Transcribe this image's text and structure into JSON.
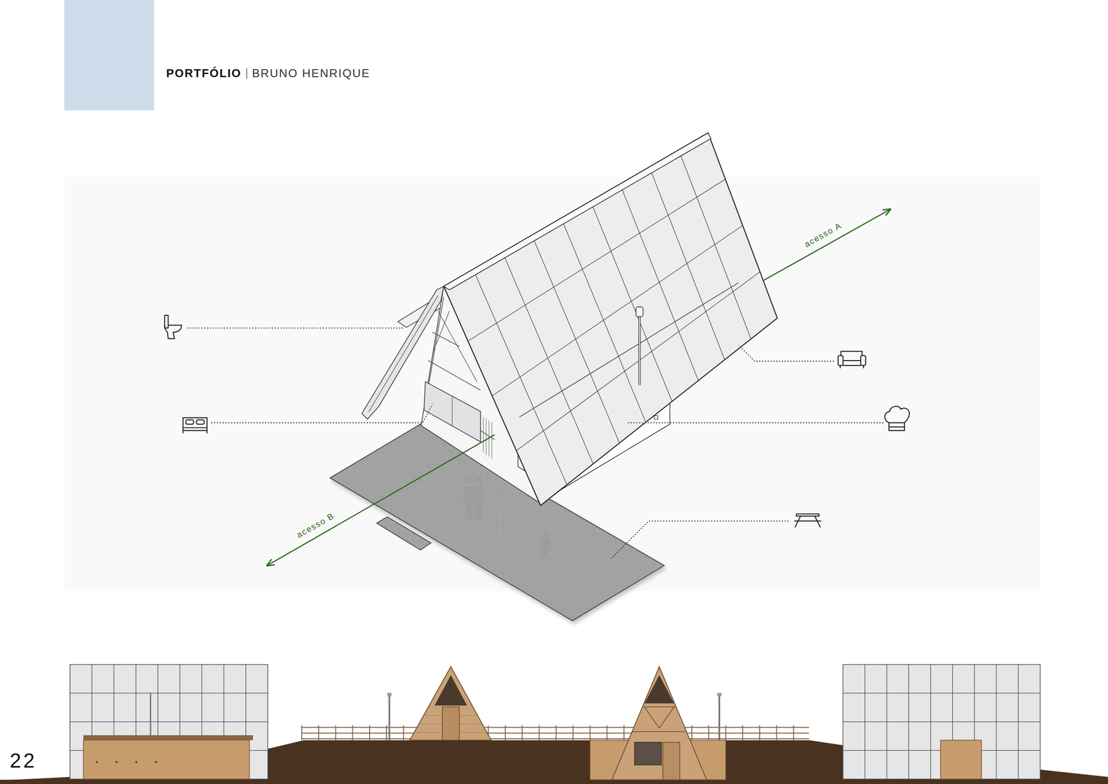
{
  "diagram": {
    "title": "PORTFÓLIO",
    "labels": [
      "BRUNO HENRIQUE",
      "acesso A",
      "acesso B",
      "22"
    ]
  }
}
